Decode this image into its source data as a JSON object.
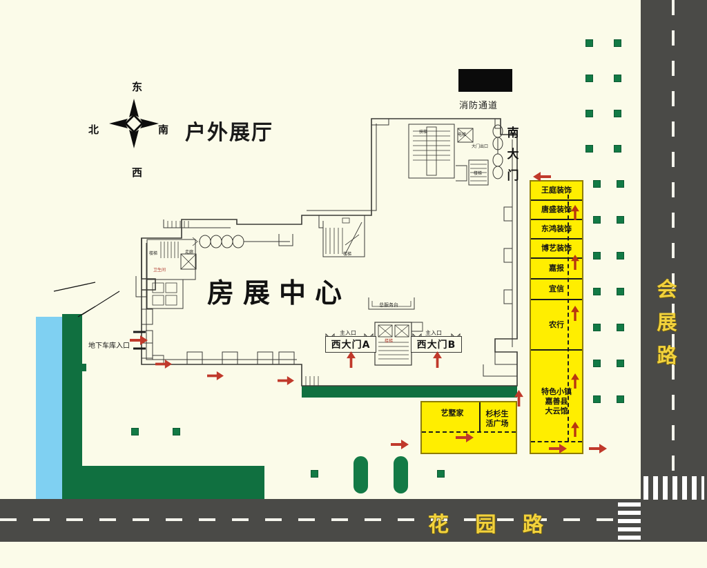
{
  "page": {
    "title": "户外展厅",
    "main_hall_label": "房展中心"
  },
  "compass": {
    "east": "东",
    "north": "北",
    "south": "南",
    "west": "西"
  },
  "roads": {
    "vertical": {
      "name_chars": [
        "会",
        "展",
        "路"
      ],
      "label": "会展路"
    },
    "horizontal": {
      "label": "花  园  路"
    }
  },
  "gates": {
    "west_a": {
      "label": "西大门A",
      "sub": "主入口"
    },
    "west_b": {
      "label": "西大门B",
      "sub": "主入口"
    },
    "south": {
      "chars": [
        "南",
        "大",
        "门"
      ],
      "label": "南大门"
    },
    "main_exit_note": "大门出口"
  },
  "fire_lane": {
    "label": "消防通道"
  },
  "parking": {
    "garage_entrance_label": "地下车库入口"
  },
  "service": {
    "desk_label": "总服务台",
    "stair_label": "楼梯"
  },
  "exhibitor_strip": {
    "booths": [
      {
        "label": "王庭装饰",
        "height": 28
      },
      {
        "label": "唐盛装饰",
        "height": 28
      },
      {
        "label": "东鸿装饰",
        "height": 28
      },
      {
        "label": "博艺装饰",
        "height": 28
      },
      {
        "label": "嘉报",
        "height": 30
      },
      {
        "label": "宜信",
        "height": 30
      },
      {
        "label": "农行",
        "height": 73
      },
      {
        "label": "特色小镇\n嘉善县\n大云馆",
        "height": 147
      }
    ]
  },
  "bottom_blocks": {
    "left": "艺墅家",
    "right": "杉杉生\n活广场"
  },
  "colors": {
    "background": "#fbfbe9",
    "road": "#4a4a47",
    "road_text": "#f2d23c",
    "yellow_booth": "#ffee00",
    "green_landscape": "#107040",
    "water": "#7fd0f2",
    "arrow_red": "#c0392b",
    "plan_line": "#3a3a36"
  },
  "icons": {
    "compass": "compass-rose-icon",
    "arrow": "arrow-icon",
    "crosswalk": "crosswalk-icon"
  }
}
